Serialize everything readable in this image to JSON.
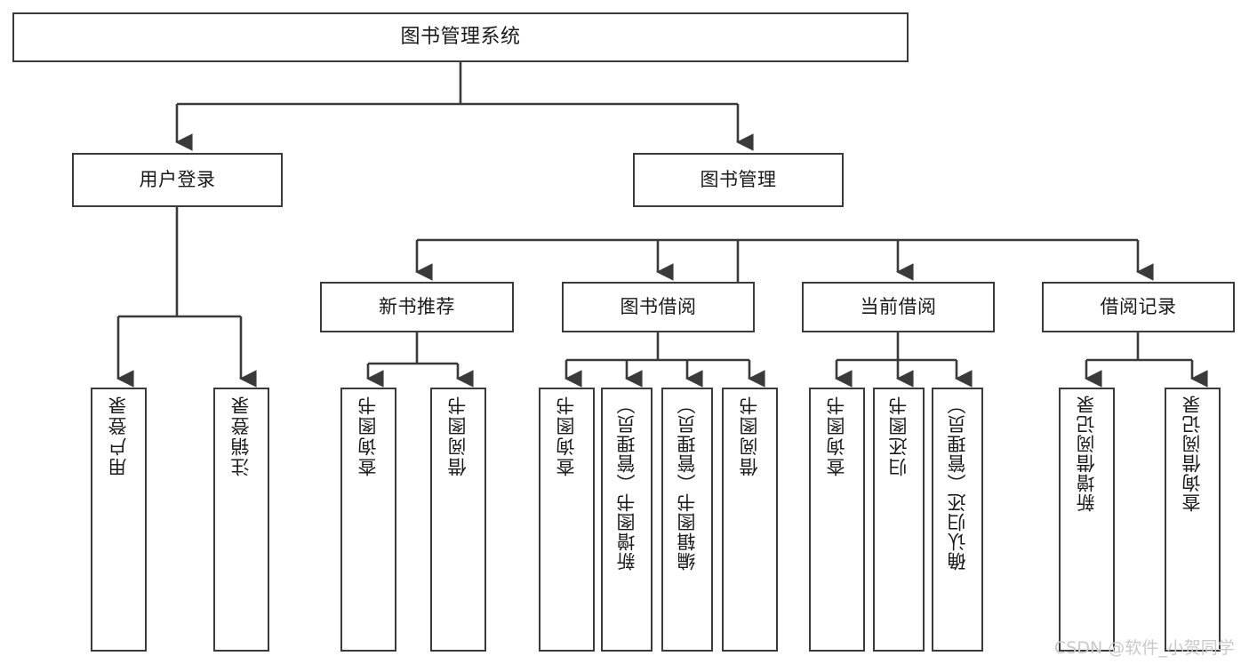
{
  "diagram": {
    "type": "tree",
    "title": "图书管理系统",
    "orientation": "top-down",
    "colors": {
      "background": "#ffffff",
      "node_fill": "#ffffff",
      "node_border": "#3a3a3a",
      "connector": "#3a3a3a",
      "text": "#1a1a1a",
      "watermark": "#c9c9c9"
    },
    "root": {
      "label": "图书管理系统"
    },
    "level1": [
      {
        "label": "用户登录"
      },
      {
        "label": "图书管理"
      }
    ],
    "level2": [
      {
        "label": "新书推荐"
      },
      {
        "label": "图书借阅"
      },
      {
        "label": "当前借阅"
      },
      {
        "label": "借阅记录"
      }
    ],
    "leaves": {
      "user_login": [
        {
          "label": "用户登录"
        },
        {
          "label": "注销登录"
        }
      ],
      "new_book_recommend": [
        {
          "label": "查询图书"
        },
        {
          "label": "借阅图书"
        }
      ],
      "book_borrow": [
        {
          "label": "查询图书"
        },
        {
          "label": "新增图书（管理员）"
        },
        {
          "label": "编辑图书（管理员）"
        },
        {
          "label": "借阅图书"
        }
      ],
      "current_borrow": [
        {
          "label": "查询图书"
        },
        {
          "label": "归还图书"
        },
        {
          "label": "确认归还（管理员）"
        }
      ],
      "borrow_record": [
        {
          "label": "新增借阅记录"
        },
        {
          "label": "查询借阅记录"
        }
      ]
    }
  },
  "watermark": {
    "text": "CSDN @软件_小贺同学"
  }
}
